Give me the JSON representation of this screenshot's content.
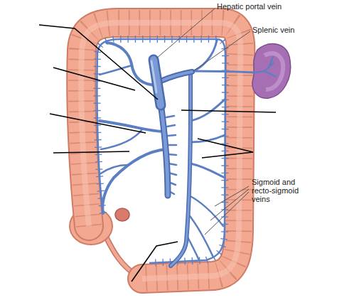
{
  "diagram": {
    "labels": [
      "Hepatic portal vein",
      "Splenic vein",
      "Sigmoid and recto-sigmoid veins"
    ]
  }
}
